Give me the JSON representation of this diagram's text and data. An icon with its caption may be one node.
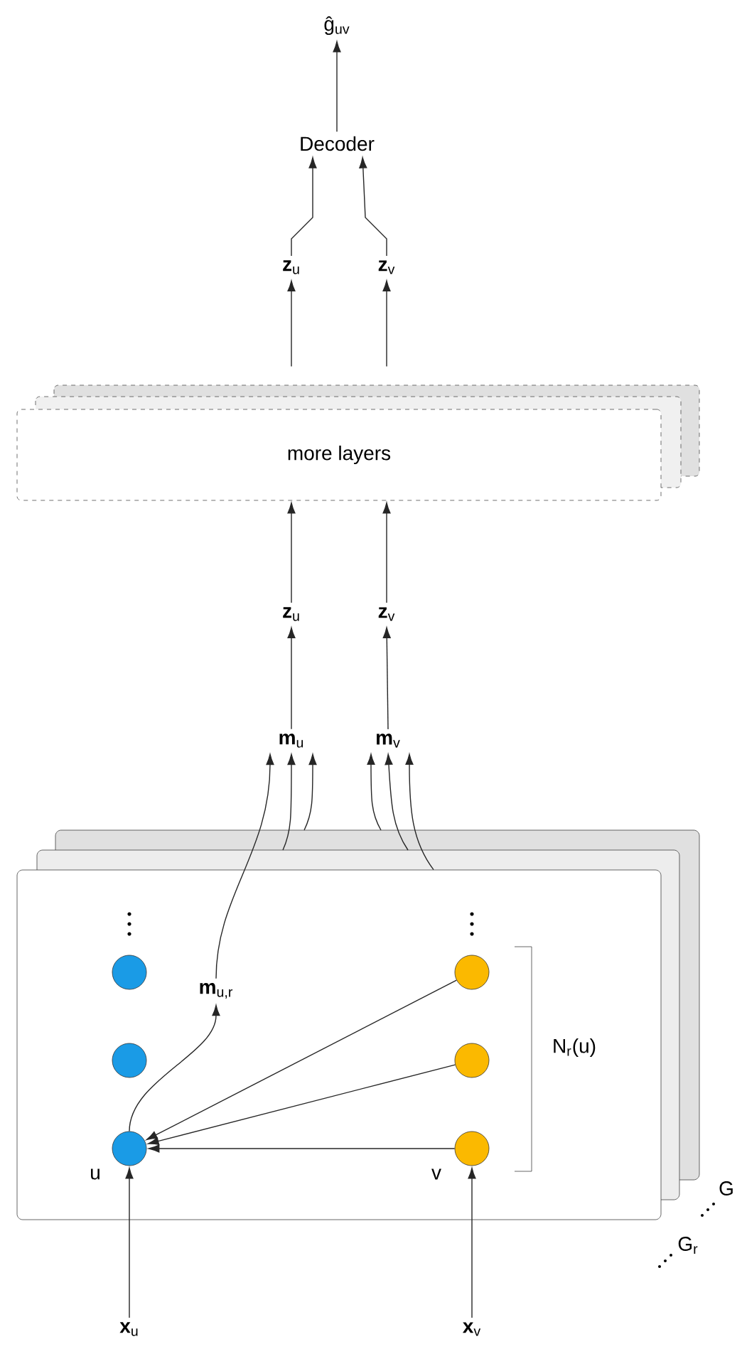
{
  "diagram": {
    "nodes": [
      {
        "text": [
          "ĝ$_{uv}$"
        ]
      },
      {
        "text": [
          "Decoder"
        ]
      },
      {
        "text": [
          "**z**$_{u}$"
        ]
      },
      {
        "text": [
          "**z**$_{v}$"
        ]
      },
      {
        "text": [
          "more layers"
        ]
      },
      {
        "text": [
          "**z**$_{u}$"
        ]
      },
      {
        "text": [
          "**z**$_{v}$"
        ]
      },
      {
        "text": [
          "**m**$_{u}$"
        ]
      },
      {
        "text": [
          "**m**$_{v}$"
        ]
      },
      {
        "text": [],
        "shape": "box"
      },
      {
        "text": [],
        "shape": "circle",
        "in": 9
      },
      {
        "text": [],
        "shape": "circle",
        "in": 9
      },
      {
        "text": [],
        "shape": "circle",
        "in": 9,
        "beside": [
          "u"
        ]
      },
      {
        "text": [
          "**m**$_{u,r}$"
        ],
        "in": 9
      },
      {
        "text": [],
        "shape": "circle",
        "in": 9
      },
      {
        "text": [],
        "shape": "circle",
        "in": 9
      },
      {
        "text": [],
        "shape": "circle",
        "in": 9,
        "beside": [
          "v"
        ]
      },
      {
        "text": [
          "**x**$_{u}$"
        ]
      },
      {
        "text": [
          "**x**$_{v}$"
        ]
      }
    ],
    "edges": [
      {
        "from": 1,
        "to": 0,
        "arrow": "to"
      },
      {
        "from": 2,
        "to": 1,
        "arrow": "to"
      },
      {
        "from": 3,
        "to": 1,
        "arrow": "to"
      },
      {
        "from": 4,
        "to": 2,
        "arrow": "to"
      },
      {
        "from": 4,
        "to": 3,
        "arrow": "to"
      },
      {
        "from": 5,
        "to": 4,
        "arrow": "to"
      },
      {
        "from": 6,
        "to": 4,
        "arrow": "to"
      },
      {
        "from": 7,
        "to": 5,
        "arrow": "to"
      },
      {
        "from": 8,
        "to": 6,
        "arrow": "to"
      },
      {
        "from": 13,
        "to": 7,
        "arrow": "to"
      },
      {
        "from": null,
        "to": 7,
        "arrow": "to"
      },
      {
        "from": null,
        "to": 7,
        "arrow": "to"
      },
      {
        "from": 9,
        "to": 8,
        "arrow": "to"
      },
      {
        "from": null,
        "to": 8,
        "arrow": "to"
      },
      {
        "from": null,
        "to": 8,
        "arrow": "to"
      },
      {
        "from": 12,
        "to": 13,
        "arrow": "to"
      },
      {
        "from": 14,
        "to": 12,
        "arrow": "to"
      },
      {
        "from": 15,
        "to": 12,
        "arrow": "to"
      },
      {
        "from": 16,
        "to": 12,
        "arrow": "to"
      },
      {
        "from": 17,
        "to": 12,
        "arrow": "to"
      },
      {
        "from": 18,
        "to": 16,
        "arrow": "to"
      }
    ],
    "labels": [
      "N$_{r}$(u)",
      "G",
      "G$_{r}$"
    ]
  }
}
